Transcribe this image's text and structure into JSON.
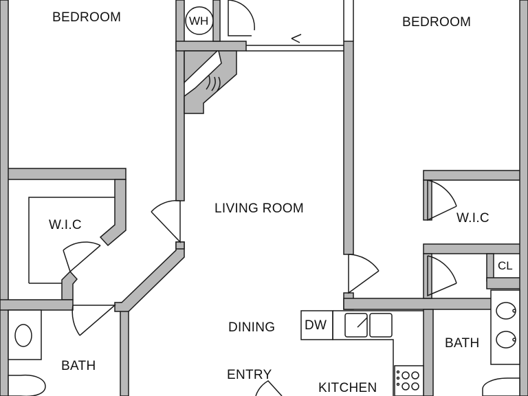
{
  "plan": {
    "rooms": {
      "bedroom_left": "BEDROOM",
      "bedroom_right": "BEDROOM",
      "living_room": "LIVING ROOM",
      "wic_left": "W.I.C",
      "wic_right": "W.I.C",
      "bath_left": "BATH",
      "bath_right": "BATH",
      "dining": "DINING",
      "entry": "ENTRY",
      "kitchen": "KITCHEN"
    },
    "fixtures": {
      "water_heater": "WH",
      "dishwasher": "DW",
      "closet": "CL"
    }
  }
}
